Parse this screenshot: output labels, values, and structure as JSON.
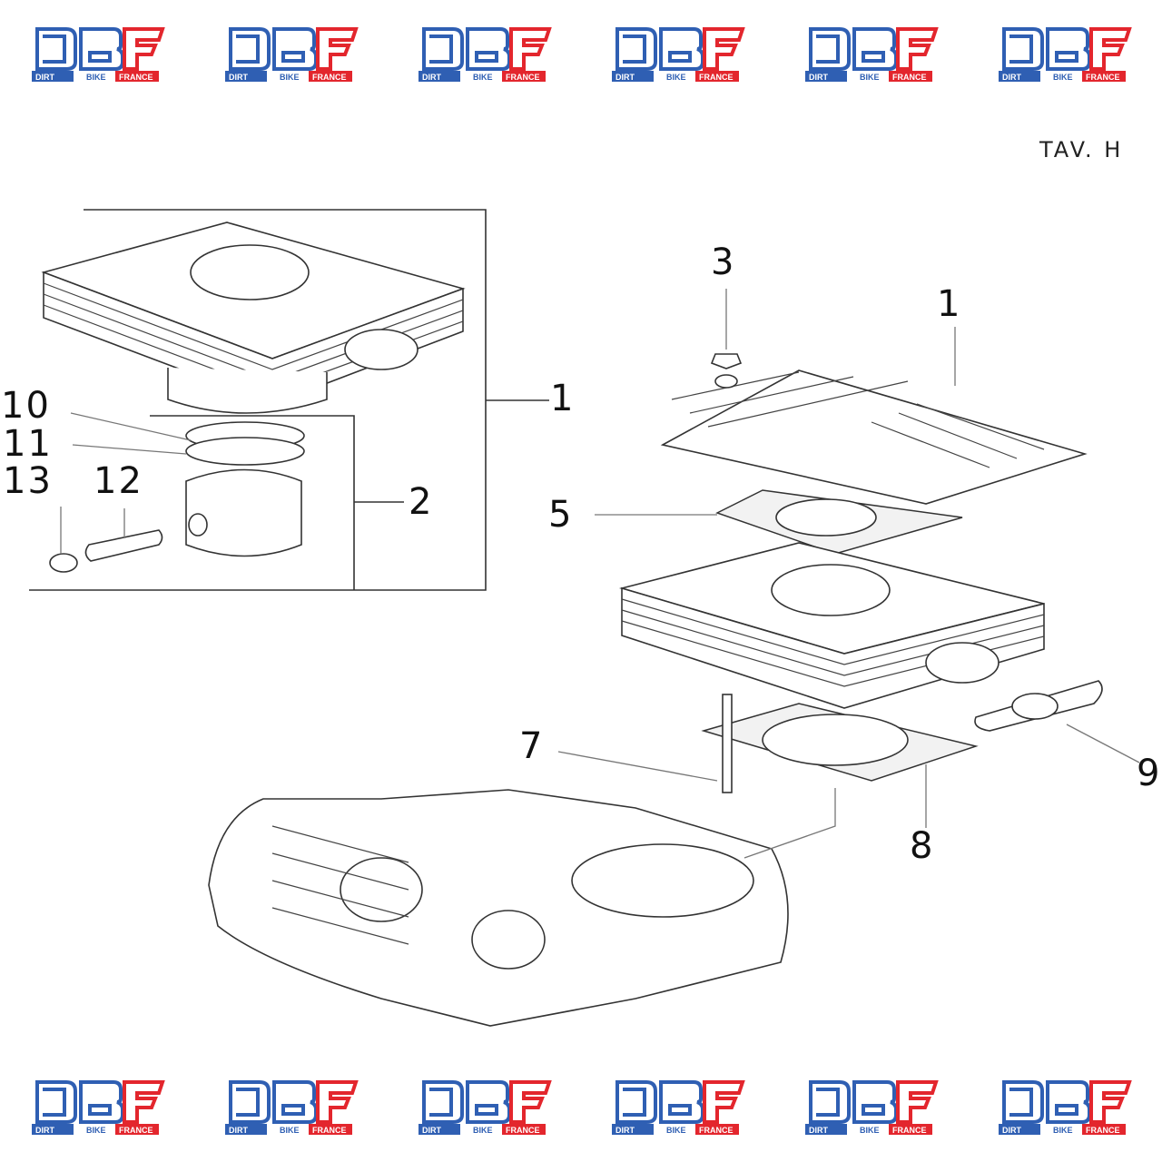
{
  "watermark": {
    "logo_text": "DBF",
    "sub_labels": [
      "DIRT",
      "BIKE",
      "FRANCE"
    ],
    "colors": {
      "blue": "#2f5fb3",
      "red": "#e3262d"
    }
  },
  "diagram": {
    "title": "TAV. H",
    "callouts": {
      "c1_box": "1",
      "c2_box": "2",
      "c10": "10",
      "c11": "11",
      "c12": "12",
      "c13": "13",
      "c3": "3",
      "c1_head": "1",
      "c5": "5",
      "c7": "7",
      "c8": "8",
      "c9": "9"
    }
  }
}
